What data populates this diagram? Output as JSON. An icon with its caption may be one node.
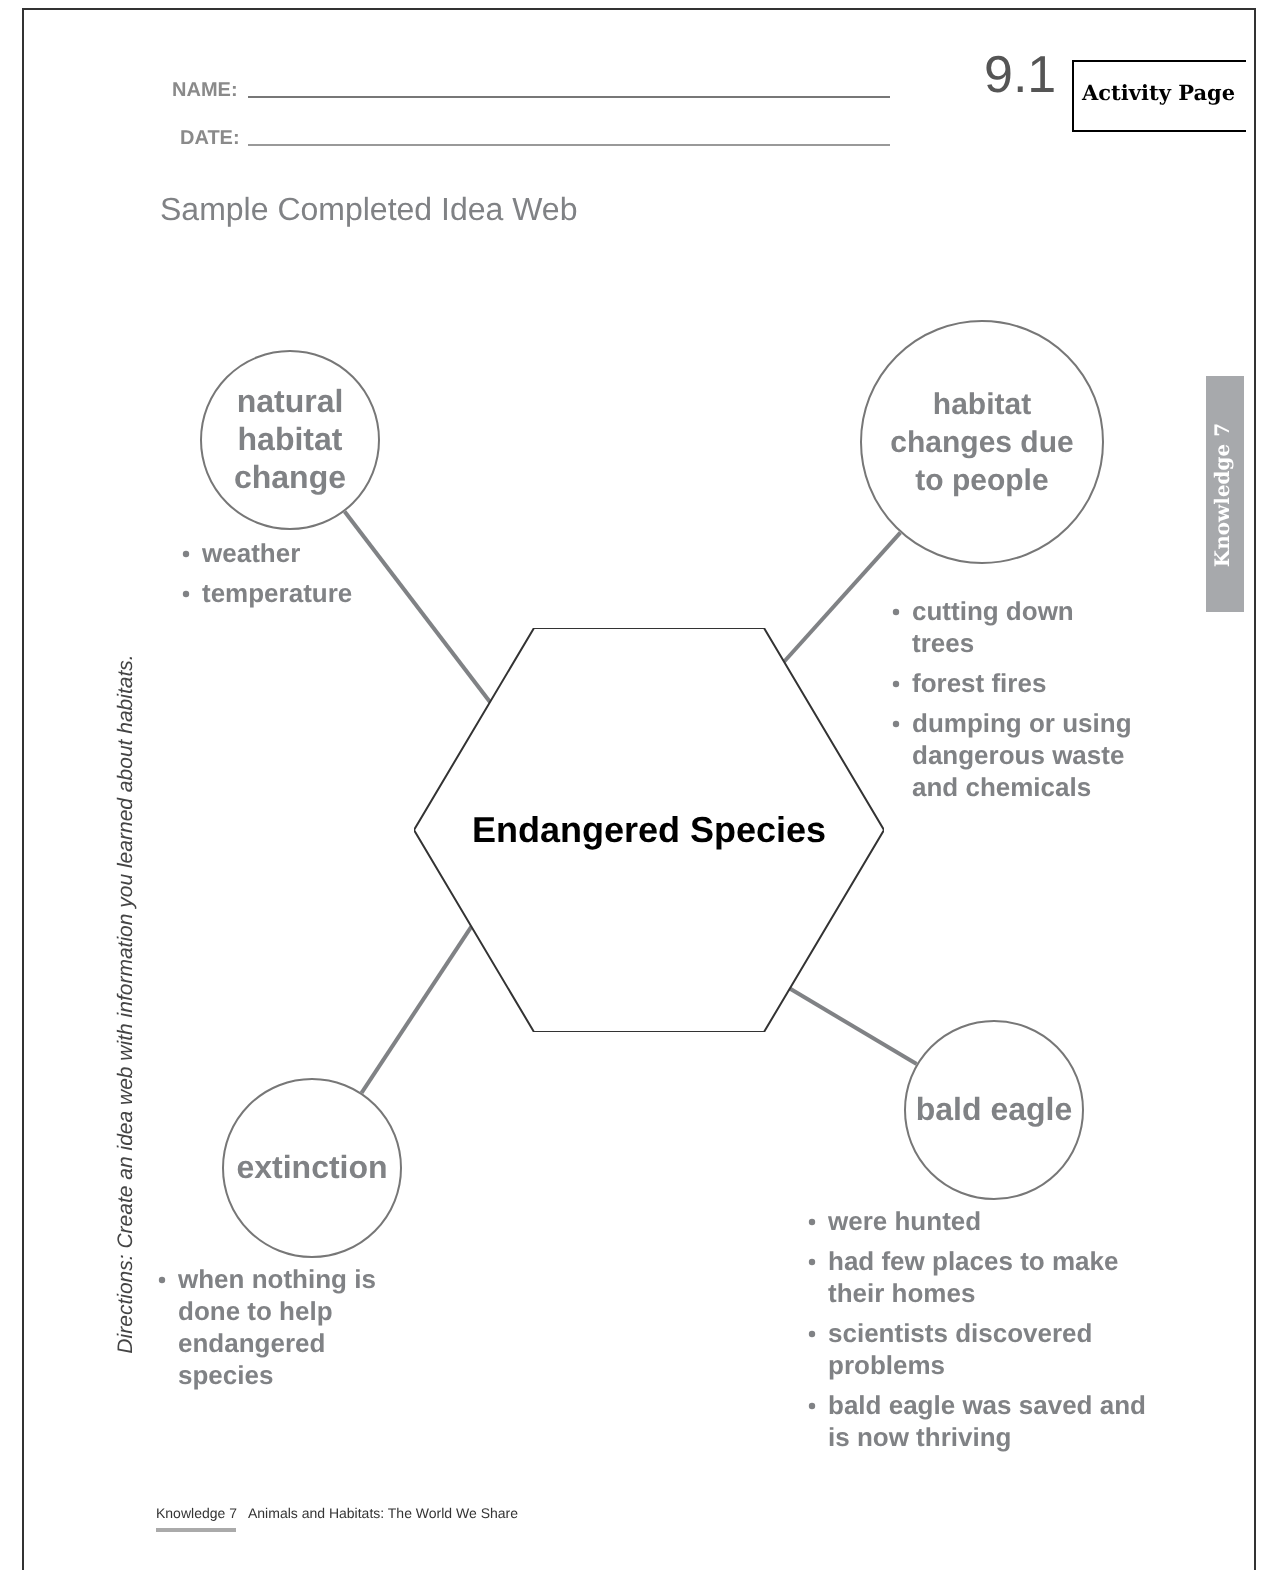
{
  "diagram": {
    "title": "Sample Completed Idea Web",
    "nodes": [
      {
        "text": [
          "Endangered Species"
        ]
      },
      {
        "text": [
          "natural habitat change"
        ],
        "beside": [
          "weather",
          "temperature"
        ]
      },
      {
        "text": [
          "habitat changes due to people"
        ],
        "beside": [
          "cutting down trees",
          "forest fires",
          "dumping or using dangerous waste and chemicals"
        ]
      },
      {
        "text": [
          "extinction"
        ],
        "beside": [
          "when nothing is done to help endangered species"
        ]
      },
      {
        "text": [
          "bald eagle"
        ],
        "beside": [
          "were hunted",
          "had few places to make their homes",
          "scientists discovered problems",
          "bald eagle was saved and is now thriving"
        ]
      }
    ],
    "edges": [
      {
        "from": 0,
        "to": 1,
        "arrow": "none"
      },
      {
        "from": 0,
        "to": 2,
        "arrow": "none"
      },
      {
        "from": 0,
        "to": 3,
        "arrow": "none"
      },
      {
        "from": 0,
        "to": 4,
        "arrow": "none"
      }
    ],
    "labels": [
      "NAME:",
      "DATE:",
      "9.1",
      "Activity Page",
      "Knowledge 7",
      "Directions: Create an idea web with information you learned about habitats.",
      "Knowledge 7",
      "Animals and Habitats: The World We Share"
    ]
  }
}
